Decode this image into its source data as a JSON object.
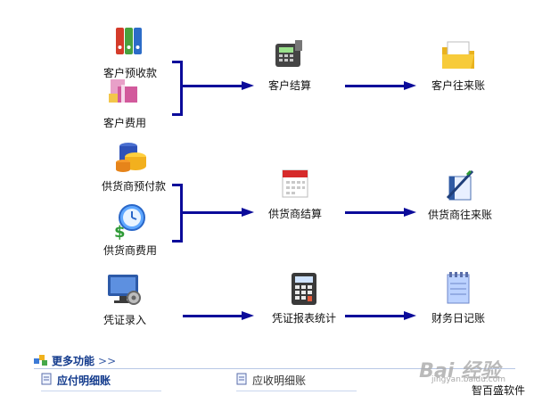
{
  "left_group_1": [
    {
      "label": "客户预收款",
      "icon": "folder-binders-icon"
    },
    {
      "label": "客户费用",
      "icon": "gift-box-icon"
    }
  ],
  "left_group_2": [
    {
      "label": "供货商预付款",
      "icon": "coin-stack-icon"
    },
    {
      "label": "供货商费用",
      "icon": "clock-dollar-icon"
    }
  ],
  "left_group_3": [
    {
      "label": "凭证录入",
      "icon": "monitor-gear-icon"
    }
  ],
  "middle": [
    {
      "label": "客户结算",
      "icon": "pos-terminal-icon"
    },
    {
      "label": "供货商结算",
      "icon": "calendar-icon"
    },
    {
      "label": "凭证报表统计",
      "icon": "calculator-icon"
    }
  ],
  "right": [
    {
      "label": "客户往来账",
      "icon": "open-folder-icon"
    },
    {
      "label": "供货商往来账",
      "icon": "pen-notebook-icon"
    },
    {
      "label": "财务日记账",
      "icon": "notepad-icon"
    }
  ],
  "more": {
    "label": "更多功能",
    "chevron": ">>"
  },
  "links": [
    {
      "label": "应付明细账",
      "active": true
    },
    {
      "label": "应收明细账",
      "active": false
    }
  ],
  "watermark": {
    "main": "Bai 经验",
    "sub": "jingyan.baidu.com"
  },
  "brand": "智百盛软件",
  "colors": {
    "wire": "#0b0b9a",
    "link_active": "#123a8c"
  }
}
